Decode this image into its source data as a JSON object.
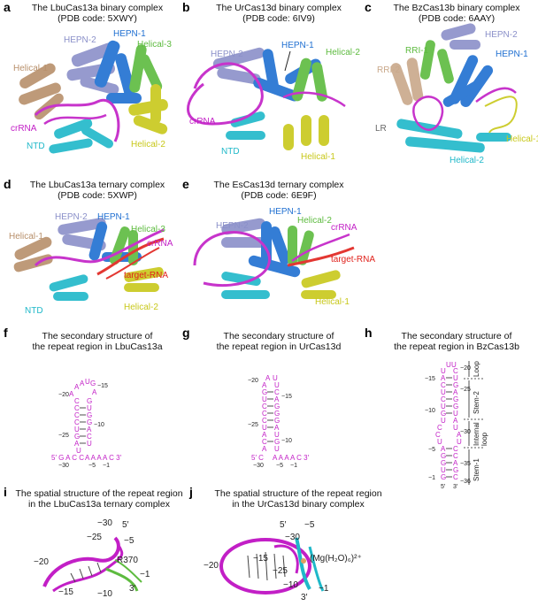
{
  "panels": {
    "a": {
      "letter": "a",
      "title1": "The LbuCas13a binary complex",
      "title2": "(PDB code: 5XWY)",
      "labels": {
        "hepn2": "HEPN-2",
        "hepn1": "HEPN-1",
        "helical3": "Helical-3",
        "helical1": "Helical-1",
        "crrna": "crRNA",
        "ntd": "NTD",
        "helical2": "Helical-2"
      }
    },
    "b": {
      "letter": "b",
      "title1": "The UrCas13d binary complex",
      "title2": "(PDB code: 6IV9)",
      "labels": {
        "hepn2": "HEPN-2",
        "hepn1": "HEPN-1",
        "helical2": "Helical-2",
        "crrna": "crRNA",
        "ntd": "NTD",
        "helical1": "Helical-1"
      }
    },
    "c": {
      "letter": "c",
      "title1": "The BzCas13b binary complex",
      "title2": "(PDB code: 6AAY)",
      "labels": {
        "hepn2": "HEPN-2",
        "rri1": "RRI-1",
        "hepn1": "HEPN-1",
        "rri2": "RRI-2",
        "lr": "LR",
        "helical1": "Helical-1",
        "helical2": "Helical-2"
      }
    },
    "d": {
      "letter": "d",
      "title1": "The LbuCas13a ternary complex",
      "title2": "(PDB code: 5XWP)",
      "labels": {
        "hepn2": "HEPN-2",
        "hepn1": "HEPN-1",
        "helical3": "Helical-3",
        "helical1": "Helical-1",
        "crrna": "crRNA",
        "target": "target-RNA",
        "ntd": "NTD",
        "helical2": "Helical-2"
      }
    },
    "e": {
      "letter": "e",
      "title1": "The EsCas13d ternary complex",
      "title2": "(PDB code: 6E9F)",
      "labels": {
        "hepn1": "HEPN-1",
        "hepn2": "HEPN-2",
        "helical2": "Helical-2",
        "crrna": "crRNA",
        "target": "target-RNA",
        "helical1": "Helical-1"
      }
    },
    "f": {
      "letter": "f",
      "title1": "The secondary structure of",
      "title2": "the repeat region in LbuCas13a"
    },
    "g": {
      "letter": "g",
      "title1": "The secondary structure of",
      "title2": "the repeat region in UrCas13d"
    },
    "h": {
      "letter": "h",
      "title1": "The secondary structure of",
      "title2": "the repeat region in BzCas13b",
      "annotations": {
        "loop": "Loop",
        "stem2": "Stem-2",
        "internal": "Internal loop",
        "stem1": "Stem-1"
      }
    },
    "i": {
      "letter": "i",
      "title1": "The spatial structure of the repeat region",
      "title2": "in the LbuCas13a ternary complex",
      "labels": {
        "n30": "−30",
        "p5": "5′",
        "n25": "−25",
        "n5": "−5",
        "n20": "−20",
        "r370": "R370",
        "n1": "−1",
        "n15": "−15",
        "n10": "−10",
        "p3": "3′"
      }
    },
    "j": {
      "letter": "j",
      "title1": "The spatial structure of the repeat region",
      "title2": "in the UrCas13d binary complex",
      "labels": {
        "p5": "5′",
        "n5": "−5",
        "n30": "−30",
        "n20": "−20",
        "n15": "−15",
        "n25": "−25",
        "mg": "(Mg(H₂O)₆)²⁺",
        "n10": "−10",
        "n1": "−1",
        "p3": "3′"
      }
    }
  },
  "colors": {
    "hepn2": "#8b90c9",
    "hepn1": "#1f6fd1",
    "helical3": "#5dbb3f",
    "helical1": "#b8906b",
    "crrna": "#c21fc6",
    "ntd": "#1fb8c9",
    "helical2": "#c8c81a",
    "target": "#e0221c"
  }
}
